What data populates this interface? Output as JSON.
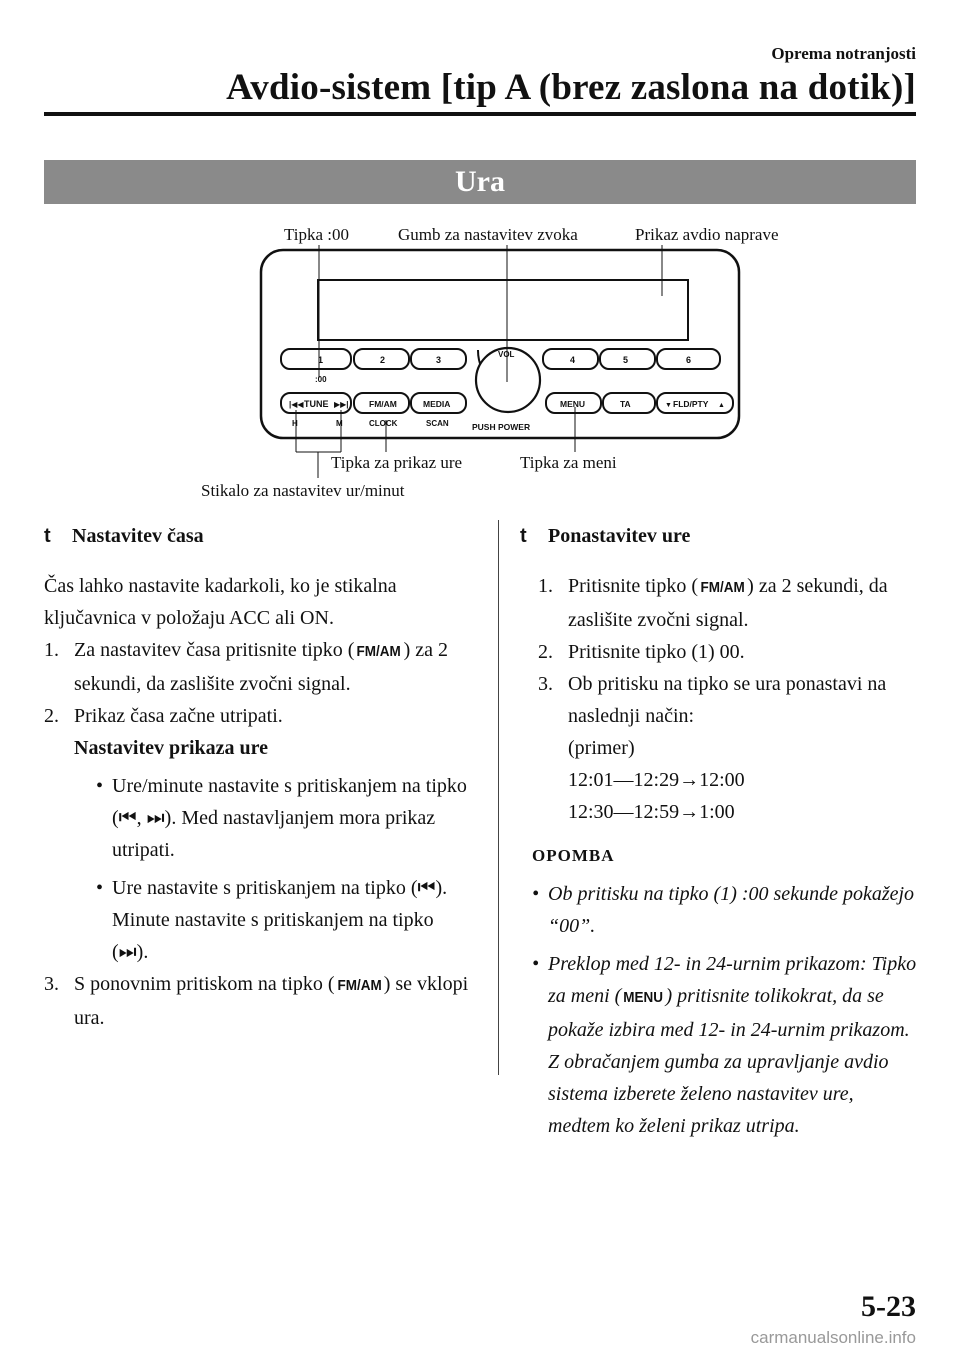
{
  "header": {
    "section": "Oprema notranjosti",
    "title": "Avdio-sistem [tip A (brez zaslona na dotik)]"
  },
  "section_bar": {
    "title": "Ura"
  },
  "figure": {
    "callouts": {
      "tipka_00": "Tipka :00",
      "gumb_zvoka": "Gumb za nastavitev zvoka",
      "prikaz_naprave": "Prikaz avdio naprave",
      "prikaz_ure": "Tipka za prikaz ure",
      "meni": "Tipka za meni",
      "stikalo": "Stikalo za nastavitev ur/minut"
    },
    "panel": {
      "btn1": "1",
      "btn2": "2",
      "btn3": "3",
      "btn4": "4",
      "btn5": "5",
      "btn6": "6",
      "sub00": ":00",
      "tune": "TUNE",
      "fmam": "FM/AM",
      "media": "MEDIA",
      "h": "H",
      "m": "M",
      "clock": "CLOCK",
      "scan": "SCAN",
      "vol": "VOL",
      "push_power": "PUSH POWER",
      "menu": "MENU",
      "ta": "TA",
      "fldpty": "FLD/PTY"
    }
  },
  "left": {
    "marker": "t",
    "heading": "Nastavitev časa",
    "intro": "Čas lahko nastavite kadarkoli, ko je stikalna ključavnica v položaju ACC ali ON.",
    "s1_num": "1.",
    "s1_a": "Za nastavitev časa pritisnite tipko (",
    "s1_key": "FM/AM",
    "s1_b": ") za 2 sekundi, da zaslišite zvočni signal.",
    "s2_num": "2.",
    "s2_text": "Prikaz časa začne utripati.",
    "s2_sub": "Nastavitev prikaza ure",
    "b1_a": "Ure/minute nastavite s pritiskanjem na tipko (",
    "b1_b": "). Med nastavljanjem mora prikaz utripati.",
    "b2_a": "Ure nastavite s pritiskanjem na tipko (",
    "b2_b": "). Minute nastavite s pritiskanjem na tipko (",
    "b2_c": ").",
    "s3_num": "3.",
    "s3_a": "S ponovnim pritiskom na tipko (",
    "s3_key": "FM/AM",
    "s3_b": ") se vklopi ura.",
    "bullet_char": "•"
  },
  "right": {
    "marker": "t",
    "heading": "Ponastavitev ure",
    "s1_num": "1.",
    "s1_a": "Pritisnite tipko (",
    "s1_key": "FM/AM",
    "s1_b": ") za 2 sekundi, da zaslišite zvočni signal.",
    "s2_num": "2.",
    "s2_text": "Pritisnite tipko (1) 00.",
    "s3_num": "3.",
    "s3_text": "Ob pritisku na tipko se ura ponastavi na naslednji način:",
    "s3_example": "(primer)",
    "s3_line1": "12:01―12:29→12:00",
    "s3_line2": "12:30―12:59→1:00",
    "note_title": "OPOMBA",
    "n1": "Ob pritisku na tipko (1) :00 sekunde pokažejo “00”.",
    "n2_a": "Preklop med 12- in 24-urnim prikazom: Tipko za meni (",
    "n2_key": "MENU",
    "n2_b": ") pritisnite tolikokrat, da se pokaže izbira med 12- in 24-urnim prikazom. Z obračanjem gumba za upravljanje avdio sistema izberete želeno nastavitev ure, medtem ko želeni prikaz utripa.",
    "bullet_char": "•"
  },
  "footer": {
    "page_number": "5-23",
    "watermark": "carmanualsonline.info"
  }
}
